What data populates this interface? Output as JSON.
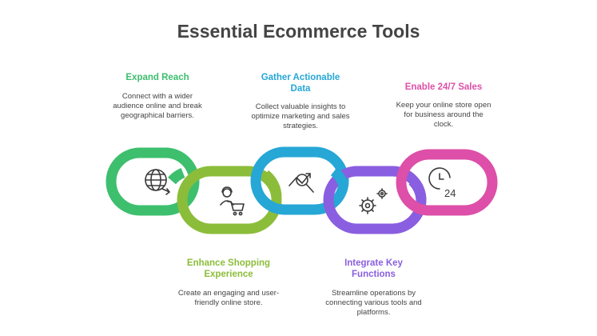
{
  "title": "Essential Ecommerce Tools",
  "steps": [
    {
      "heading": "Expand Reach",
      "description": "Connect with a wider audience online and break geographical barriers.",
      "color": "#3dbf6e",
      "icon": "globe-arrow-icon"
    },
    {
      "heading": "Enhance Shopping Experience",
      "description": "Create an engaging and user-friendly online store.",
      "color": "#8cbd3a",
      "icon": "shopper-cart-icon"
    },
    {
      "heading": "Gather Actionable Data",
      "description": "Collect valuable insights to optimize marketing and sales strategies.",
      "color": "#26a7d6",
      "icon": "chart-magnifier-icon"
    },
    {
      "heading": "Integrate Key Functions",
      "description": "Streamline operations by connecting various tools and platforms.",
      "color": "#8a5ee0",
      "icon": "gears-icon"
    },
    {
      "heading": "Enable 24/7 Sales",
      "description": "Keep your online store open for business around the clock.",
      "color": "#dd4fa8",
      "icon": "clock-24-icon"
    }
  ],
  "icon_labels": {
    "clock": "24"
  }
}
